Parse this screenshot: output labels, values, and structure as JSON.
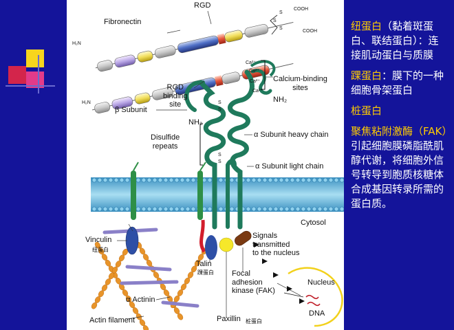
{
  "figure": {
    "rgd_top": "RGD",
    "fibronectin": "Fibronectin",
    "cooh_1": "COOH",
    "cooh_2": "COOH",
    "h2n_1": "H₂N",
    "h2n_2": "H₂N",
    "s": "S",
    "ca": "Ca²⁺",
    "calcium_binding_sites": "Calcium-binding\nsites",
    "nh2_right": "NH₂",
    "rgd_binding_site": "RGD\nbinding\nsite",
    "beta_subunit": "β Subunit",
    "nh2_left": "NH₂",
    "alpha_heavy": "α Subunit heavy chain",
    "disulfide_repeats": "Disulfide\nrepeats",
    "alpha_light": "α Subunit light chain",
    "cytosol": "Cytosol",
    "vinculin": "Vinculin",
    "vinculin_cn": "纽蛋白",
    "signals": "Signals\ntransmitted\nto the nucleus",
    "talin": "Talin",
    "talin_cn": "踝蛋白",
    "fak": "Focal\nadhesion\nkinase (FAK)",
    "nucleus": "Nucleus",
    "dna": "DNA",
    "alpha_actinin": "α Actinin",
    "actin_filament": "Actin filament",
    "paxillin": "Paxillin",
    "paxillin_cn": "桩蛋白"
  },
  "panel": {
    "p1_head": "纽蛋白",
    "p1_body": "（黏着斑蛋白、联结蛋白）：连接肌动蛋白与质膜",
    "p2_head": "踝蛋白",
    "p2_body": "：膜下的一种细胞骨架蛋白",
    "p3_head": "桩蛋白",
    "p4_head": "聚焦粘附激酶（FAK）",
    "p4_body": "引起细胞膜磷脂酰肌醇代谢，将细胞外信号转导到胞质核糖体合成基因转录所需的蛋白质。"
  },
  "colors": {
    "background": "#14149a",
    "heading_yellow": "#ffcc00",
    "integrin_green": "#1f7a5c",
    "actin_orange": "#e8942a",
    "membrane_blue": "#6fc3e6"
  }
}
